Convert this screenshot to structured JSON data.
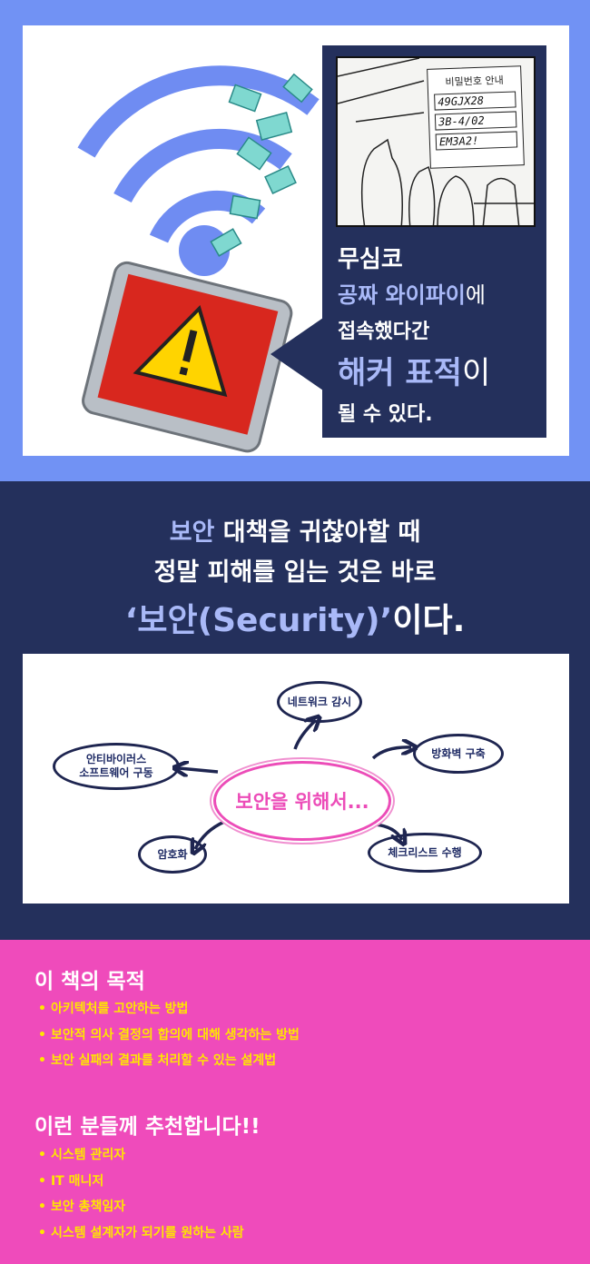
{
  "top": {
    "comic": {
      "sign_title": "비밀번호 안내",
      "passwords": [
        "49GJX28",
        "3B-4/02",
        "EM3A2!"
      ]
    },
    "callout": {
      "line1": "무심코",
      "line2_highlight": "공짜 와이파이",
      "line2_rest": "에",
      "line3": "접속했다간",
      "line4_highlight": "해커 표적",
      "line4_rest": "이",
      "line5": "될 수 있다."
    }
  },
  "middle": {
    "headline": {
      "line1_highlight": "보안",
      "line1_rest": " 대책을 귀찮아할 때",
      "line2": "정말 피해를 입는 것은 바로",
      "line3_highlight": "‘보안(Security)’",
      "line3_rest": "이다."
    },
    "mindmap": {
      "center": "보안을 위해서...",
      "nodes": [
        "네트워크 감시",
        "방화벽 구축",
        "체크리스트 수행",
        "암호화",
        "안티바이러스\n소프트웨어 구동"
      ]
    }
  },
  "bottom": {
    "purpose_title": "이 책의 목적",
    "purpose_items": [
      "아키텍처를 고안하는 방법",
      "보안적 의사 결정의 합의에 대해 생각하는 방법",
      "보안 실패의 결과를 처리할 수 있는 설계법"
    ],
    "audience_title": "이런 분들께 추천합니다!!",
    "audience_items": [
      "시스템 관리자",
      "IT 매니저",
      "보안 총책임자",
      "시스템 설계자가 되기를 원하는 사람"
    ],
    "bullet": "•"
  },
  "colors": {
    "blue": "#7192f4",
    "navy": "#24305c",
    "pink": "#ef4bbb",
    "yellow": "#ffe600",
    "highlight": "#a9b9f8"
  }
}
